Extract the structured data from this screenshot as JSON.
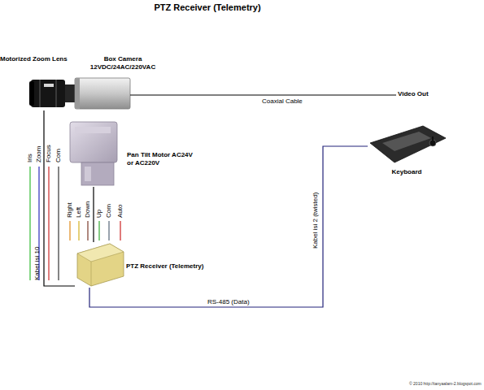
{
  "diagram": {
    "title": "PTZ Receiver (Telemetry)",
    "nodes": [
      {
        "text": [
          "Motorized Zoom Lens"
        ]
      },
      {
        "text": [
          "Box Camera 12VDC/24AC/220VAC"
        ]
      },
      {
        "text": [
          "Pan Tilt Motor AC24V or AC220V"
        ]
      },
      {
        "text": [
          "PTZ Receiver (Telemetry)"
        ]
      },
      {
        "text": [
          "Keyboard"
        ]
      }
    ],
    "edges": [
      {
        "from": 0,
        "to": 3,
        "arrow": "none"
      },
      {
        "from": 2,
        "to": 3,
        "arrow": "none"
      },
      {
        "from": 4,
        "to": 3,
        "label": "RS-485 (Data)",
        "arrow": "none"
      }
    ],
    "labels": [
      "Coaxial Cable",
      "Video Out",
      "Iris",
      "Zoom",
      "Focus",
      "Com",
      "Right",
      "Left",
      "Down",
      "Up",
      "Com",
      "Auto",
      "Kabel isi 10",
      "Kabel isi 2 (twisted)",
      "© 2010 http://tanyaalam-2.blogspot.com"
    ]
  }
}
